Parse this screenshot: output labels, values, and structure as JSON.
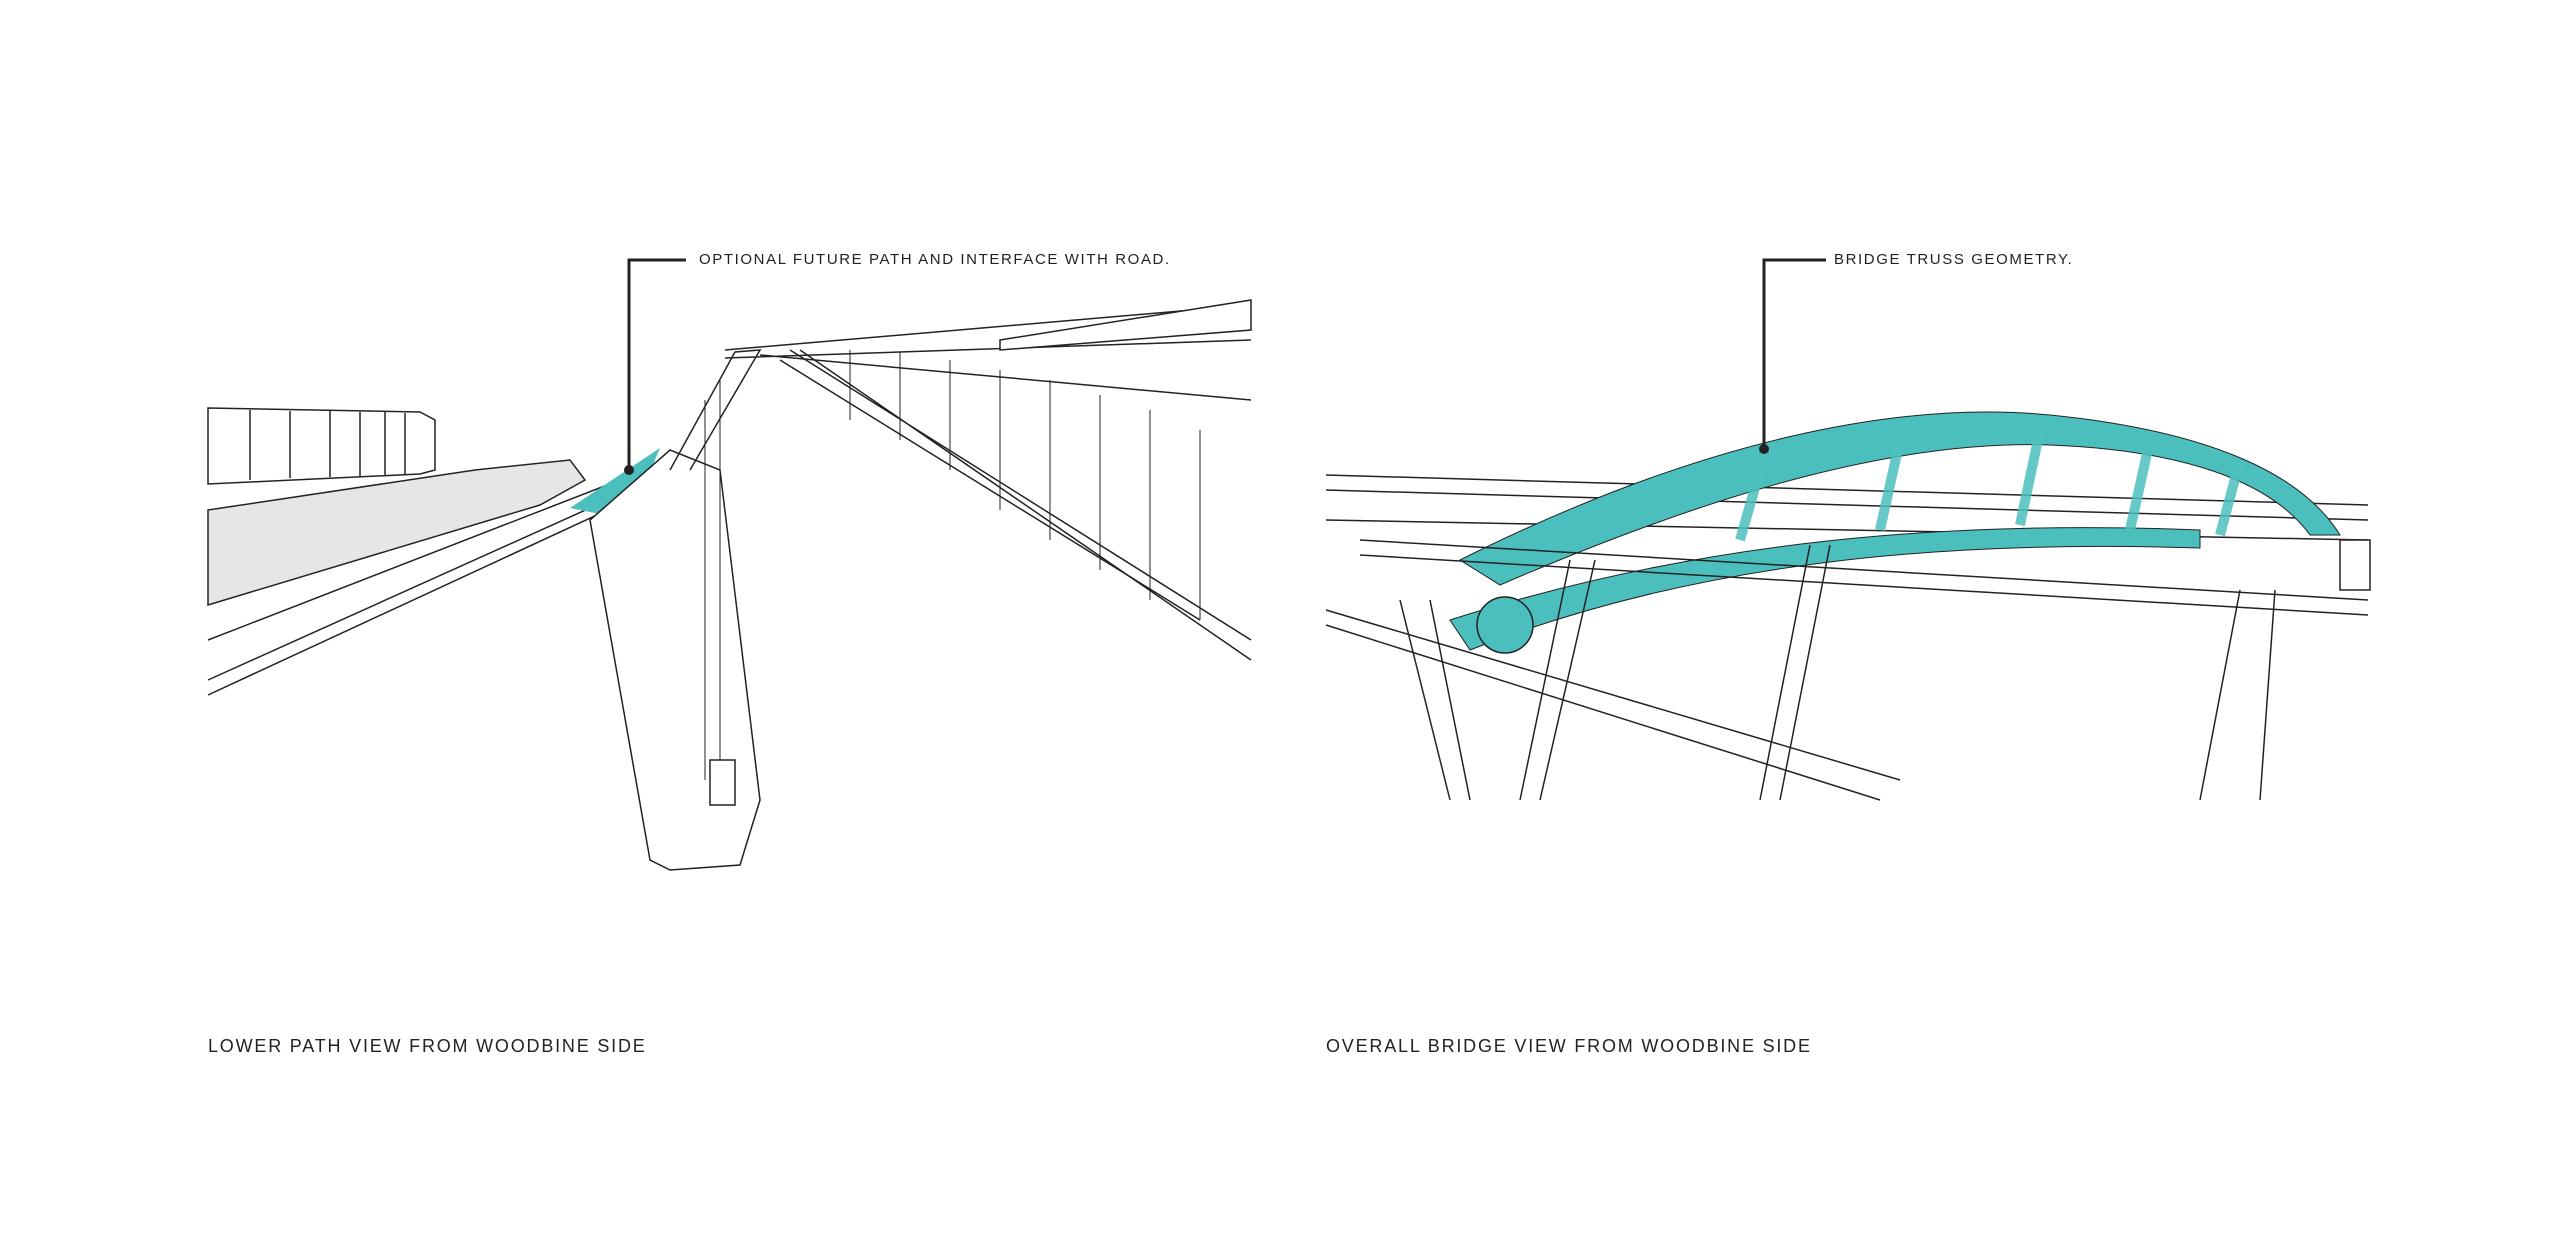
{
  "panels": [
    {
      "callout": "OPTIONAL FUTURE PATH AND INTERFACE WITH ROAD.",
      "caption": "LOWER PATH VIEW FROM WOODBINE SIDE"
    },
    {
      "callout": "BRIDGE TRUSS GEOMETRY.",
      "caption": "OVERALL BRIDGE VIEW FROM WOODBINE SIDE"
    }
  ],
  "colors": {
    "accent": "#4bbfbd",
    "line": "#222222",
    "fill_grey": "#e6e6e6"
  }
}
